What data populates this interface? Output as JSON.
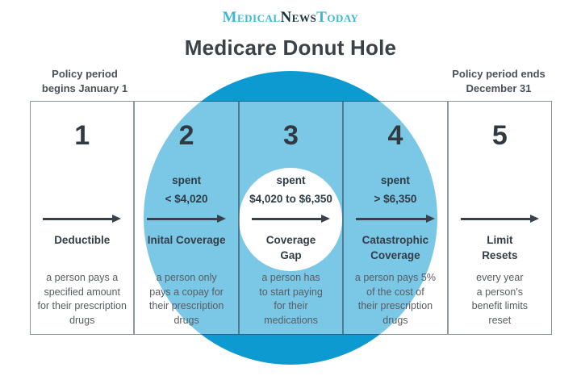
{
  "brand": {
    "part_medical": "Medical",
    "part_news": "News",
    "part_today": "Today"
  },
  "title": "Medicare Donut Hole",
  "policy_start_label": "Policy period\nbegins January 1",
  "policy_end_label": "Policy period ends\nDecember 31",
  "columns": [
    {
      "number": "1",
      "label": "Deductible",
      "description": "a person pays a\nspecified amount\nfor their prescription\ndrugs"
    },
    {
      "number": "2",
      "spent_label": "spent",
      "spent_amount": "< $4,020",
      "label": "Inital Coverage",
      "description": "a person only\npays a copay for\ntheir prescription\ndrugs"
    },
    {
      "number": "3",
      "spent_label": "spent",
      "spent_amount": "$4,020 to $6,350",
      "label": "Coverage\nGap",
      "description": "a person has\nto start paying\nfor their\nmedications"
    },
    {
      "number": "4",
      "spent_label": "spent",
      "spent_amount": "> $6,350",
      "label": "Catastrophic\nCoverage",
      "description": "a person pays 5%\nof the cost of\ntheir prescription\ndrugs"
    },
    {
      "number": "5",
      "label": "Limit\nResets",
      "description": "every year\na person's\nbenefit limits\nreset"
    }
  ],
  "colors": {
    "donut_blue": "#0d9ad1",
    "logo_teal": "#3eb7d0",
    "logo_navy": "#16323e",
    "text_dark": "#343d46"
  }
}
